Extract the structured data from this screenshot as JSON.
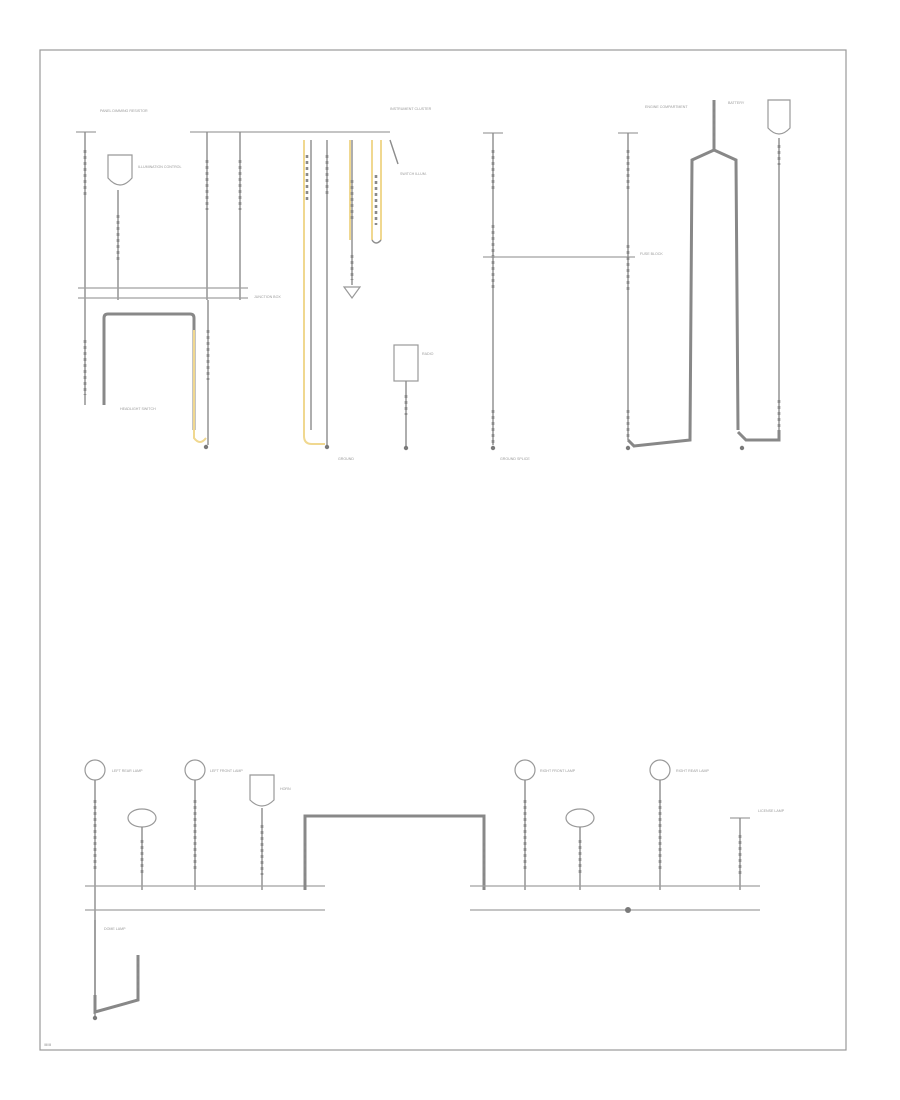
{
  "diagram": {
    "title": "",
    "corner_label": "lllllllll",
    "labels": [
      "PANEL DIMMING RESISTOR",
      "ILLUMINATION CONTROL",
      "INSTRUMENT CLUSTER",
      "SWITCH ILLUM.",
      "BATTERY",
      "ENGINE COMPARTMENT",
      "JUNCTION BOX",
      "GROUND",
      "GROUND SPLICE",
      "HEADLIGHT SWITCH",
      "RADIO",
      "FUSE BLOCK",
      "LEFT REAR LAMP",
      "LEFT FRONT LAMP",
      "HORN",
      "RIGHT FRONT LAMP",
      "RIGHT REAR LAMP",
      "LICENSE LAMP",
      "DOME LAMP"
    ]
  }
}
